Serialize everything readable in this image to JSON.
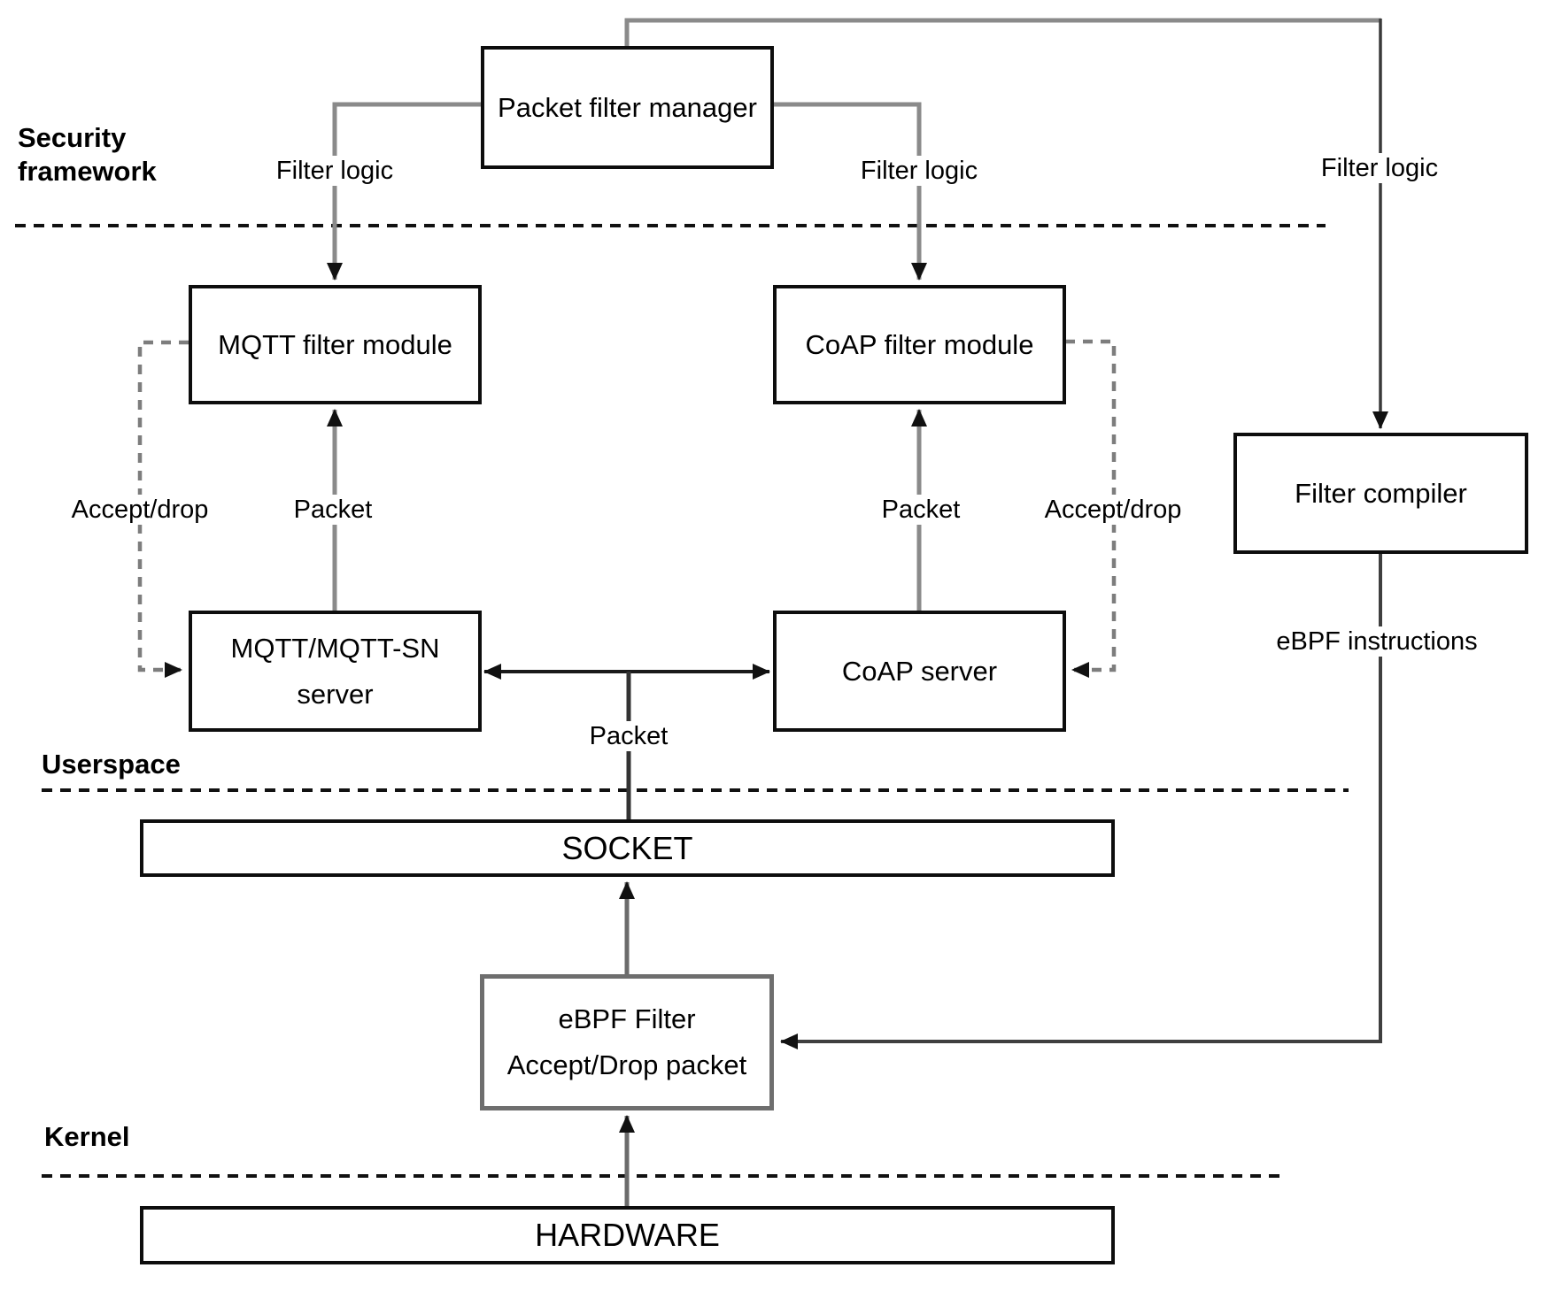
{
  "diagram": {
    "title_context": "Packet filtering security framework diagram",
    "boxes": {
      "packet_filter_manager": "Packet filter manager",
      "mqtt_filter_module": "MQTT filter module",
      "coap_filter_module": "CoAP filter module",
      "filter_compiler": "Filter compiler",
      "mqtt_server_line1": "MQTT/MQTT-SN",
      "mqtt_server_line2": "server",
      "coap_server": "CoAP server",
      "socket": "SOCKET",
      "ebpf_filter_line1": "eBPF Filter",
      "ebpf_filter_line2": "Accept/Drop packet",
      "hardware": "HARDWARE"
    },
    "sections": {
      "security_framework_line1": "Security",
      "security_framework_line2": "framework",
      "userspace": "Userspace",
      "kernel": "Kernel"
    },
    "edge_labels": {
      "filter_logic_left": "Filter logic",
      "filter_logic_middle": "Filter logic",
      "filter_logic_right": "Filter logic",
      "accept_drop_left": "Accept/drop",
      "packet_left": "Packet",
      "packet_right": "Packet",
      "accept_drop_right": "Accept/drop",
      "packet_center": "Packet",
      "ebpf_instructions": "eBPF instructions"
    },
    "colors": {
      "background": "#ffffff",
      "box_border": "#0d0d0d",
      "ebpf_box_border": "#6e6e6e",
      "connector_gray": "#8a8a8a",
      "connector_dark": "#3a3a3a",
      "server_link_black": "#1a1a1a",
      "dashed_feedback_gray": "#7d7d7d",
      "boundary_dash_black": "#111111",
      "text": "#000000"
    }
  }
}
